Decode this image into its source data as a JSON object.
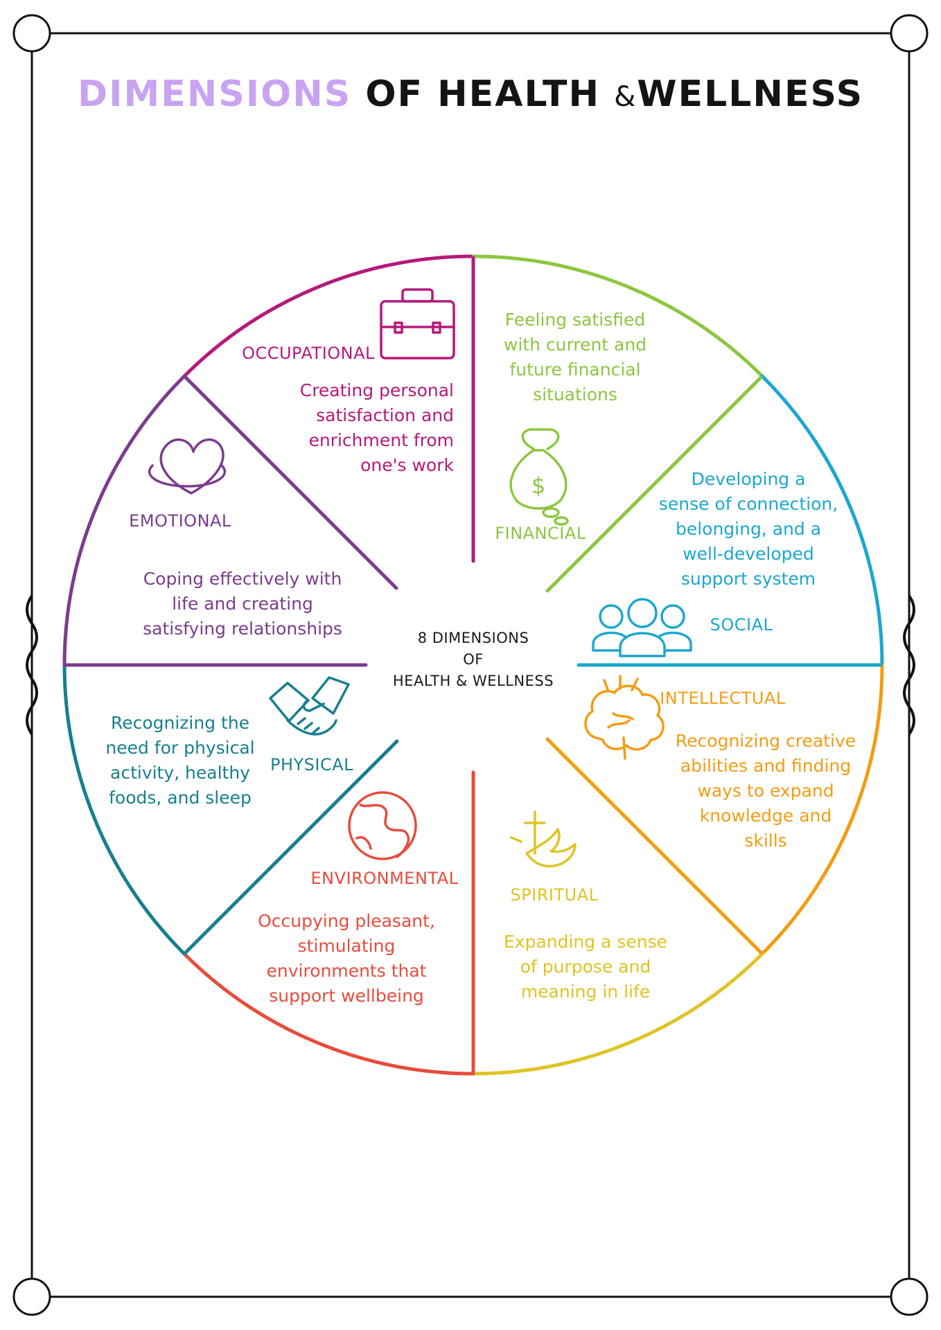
{
  "title": {
    "word1": "DIMENSIONS",
    "word2": "OF HEALTH",
    "amp": "&",
    "word3": "WELLNESS"
  },
  "center": {
    "line1": "8 DIMENSIONS",
    "line2": "OF",
    "line3": "HEALTH & WELLNESS"
  },
  "colors": {
    "title_accent": "#c9a3f2",
    "occupational": "#b5197a",
    "financial": "#8cc63f",
    "social": "#1aa7cf",
    "intellectual": "#f39c12",
    "spiritual": "#e0c322",
    "environmental": "#e74c3c",
    "physical": "#177f8f",
    "emotional": "#7b3c8e"
  },
  "dimensions": {
    "occupational": {
      "label": "OCCUPATIONAL",
      "icon": "briefcase-icon",
      "desc": [
        "Creating personal",
        "satisfaction and",
        "enrichment from",
        "one's work"
      ]
    },
    "financial": {
      "label": "FINANCIAL",
      "icon": "money-bag-icon",
      "desc": [
        "Feeling satisfied",
        "with current and",
        "future financial",
        "situations"
      ]
    },
    "social": {
      "label": "SOCIAL",
      "icon": "people-group-icon",
      "desc": [
        "Developing a",
        "sense of connection,",
        "belonging, and a",
        "well-developed",
        "support system"
      ]
    },
    "intellectual": {
      "label": "INTELLECTUAL",
      "icon": "brain-icon",
      "desc": [
        "Recognizing creative",
        "abilities and finding",
        "ways to expand",
        "knowledge and",
        "skills"
      ]
    },
    "spiritual": {
      "label": "SPIRITUAL",
      "icon": "cross-dove-icon",
      "desc": [
        "Expanding a sense",
        "of purpose and",
        "meaning in life"
      ]
    },
    "environmental": {
      "label": "ENVIRONMENTAL",
      "icon": "globe-icon",
      "desc": [
        "Occupying pleasant,",
        "stimulating",
        "environments that",
        "support wellbeing"
      ]
    },
    "physical": {
      "label": "PHYSICAL",
      "icon": "handshake-icon",
      "desc": [
        "Recognizing the",
        "need for physical",
        "activity, healthy",
        "foods, and sleep"
      ]
    },
    "emotional": {
      "label": "EMOTIONAL",
      "icon": "heart-icon",
      "desc": [
        "Coping effectively with",
        "life and creating",
        "satisfying relationships"
      ]
    }
  }
}
